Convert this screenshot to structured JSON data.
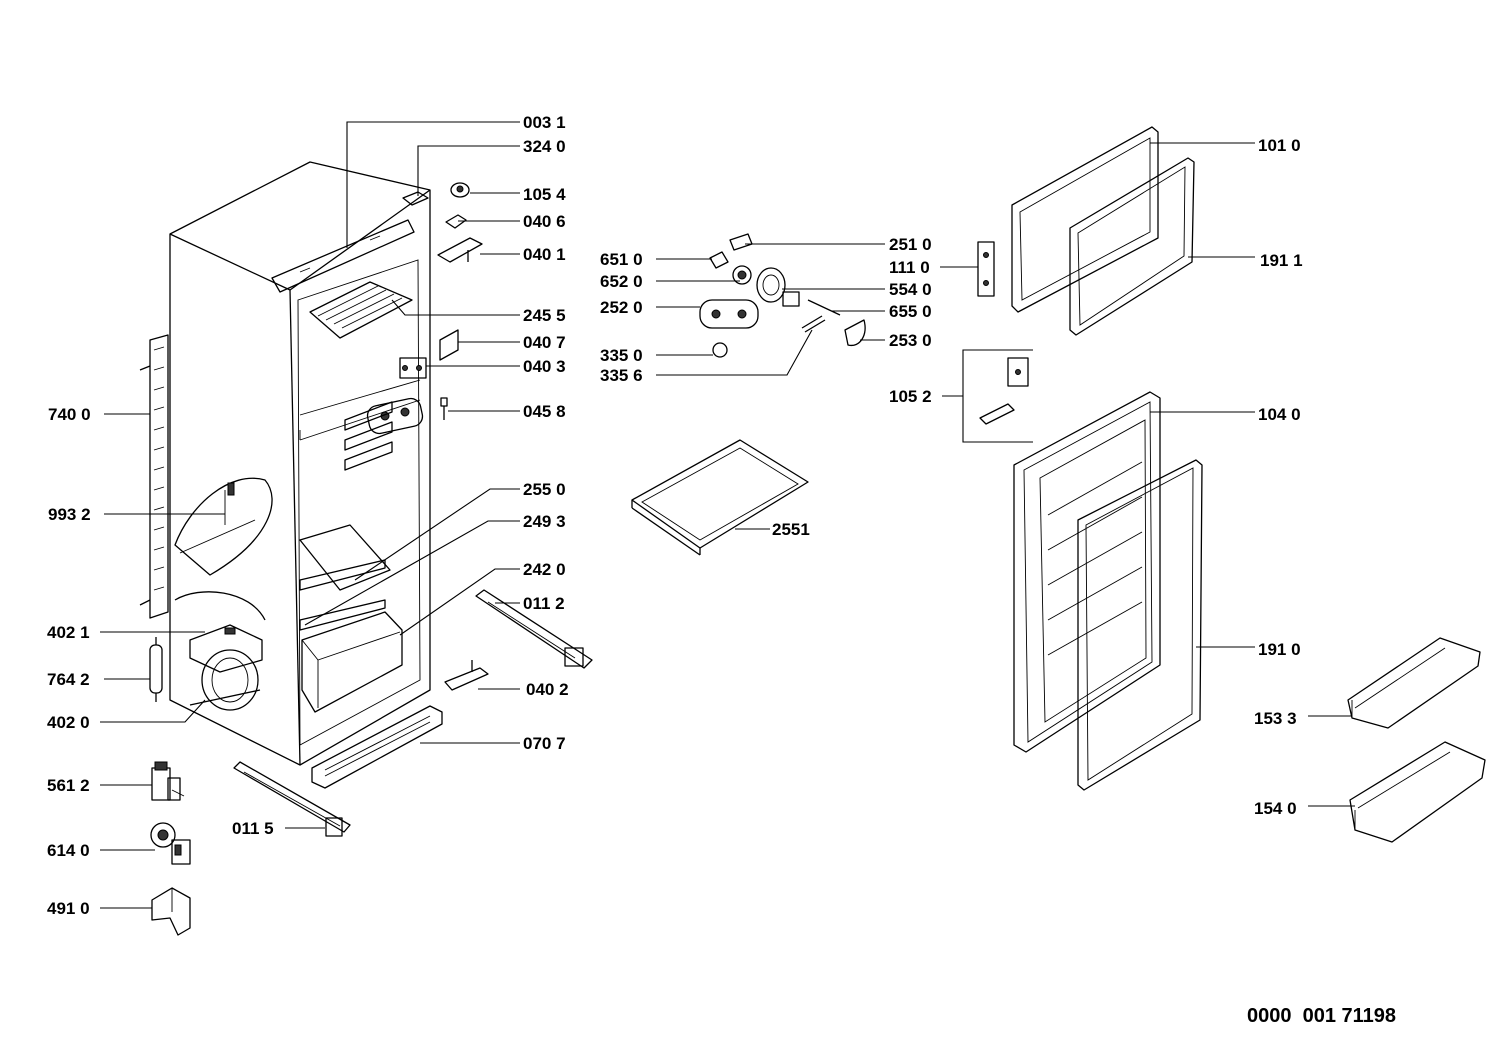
{
  "labels": {
    "p0031": "003 1",
    "p3240": "324 0",
    "p1054": "105 4",
    "p0406": "040 6",
    "p0401": "040 1",
    "p2455": "245 5",
    "p0407": "040 7",
    "p0403": "040 3",
    "p0458": "045 8",
    "p7400": "740 0",
    "p9932": "993 2",
    "p2550": "255 0",
    "p2493": "249 3",
    "p2420": "242 0",
    "p0112": "011 2",
    "p4021": "402 1",
    "p7642": "764 2",
    "p0402": "040 2",
    "p4020": "402 0",
    "p0707": "070 7",
    "p5612": "561 2",
    "p0115": "011 5",
    "p6140": "614 0",
    "p4910": "491 0",
    "p6510": "651 0",
    "p6520": "652 0",
    "p2520": "252 0",
    "p3350": "335 0",
    "p3356": "335 6",
    "p2510": "251 0",
    "p1110": "111 0",
    "p5540": "554 0",
    "p6550": "655 0",
    "p2530": "253 0",
    "p2551": "2551",
    "p1010": "101 0",
    "p1911": "191 1",
    "p1052": "105 2",
    "p1040": "104 0",
    "p1910": "191 0",
    "p1533": "153 3",
    "p1540": "154 0"
  },
  "document_number": "0000  001 71198"
}
